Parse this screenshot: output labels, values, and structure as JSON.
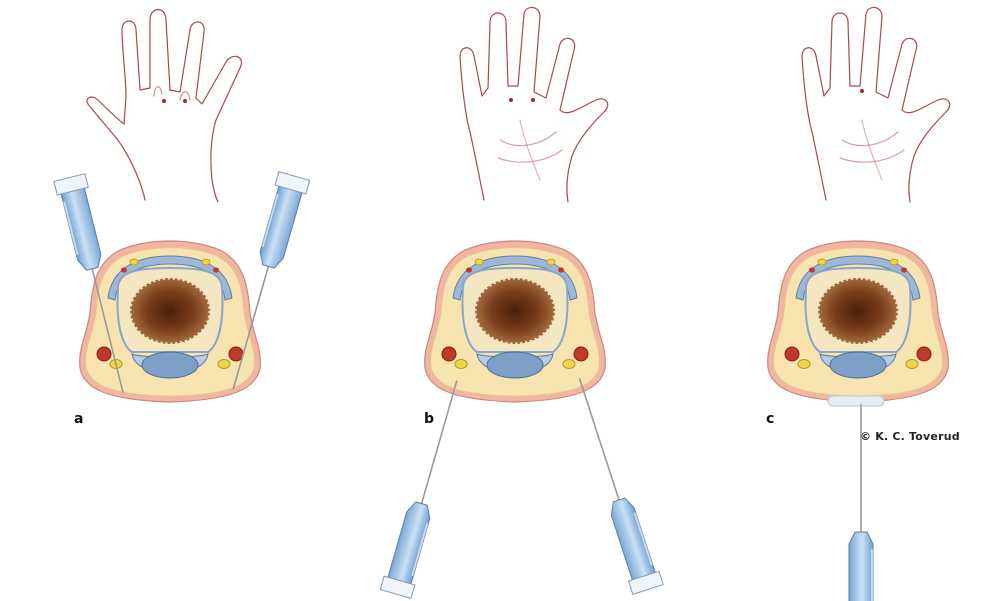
{
  "figure": {
    "panels": [
      {
        "letter": "a",
        "hand_view": "dorsal",
        "needle_approach": "two-from-above"
      },
      {
        "letter": "b",
        "hand_view": "palmar",
        "needle_approach": "two-from-below"
      },
      {
        "letter": "c",
        "hand_view": "palmar",
        "needle_approach": "single-from-below"
      }
    ],
    "copyright": "© K. C. Toverud",
    "colors": {
      "skin_outline": "#a64a4a",
      "subcutis": "#f7e3b0",
      "dermis_ring": "#f1b6a2",
      "bone_core": "#7a3e1c",
      "bone_shell": "#f3e6c0",
      "tendon_blue": "#9cb8d6",
      "artery": "#c0392b",
      "nerve_yellow": "#f2d447",
      "needle_hub": "#a9c9ea",
      "needle_shaft": "#9a9a9a",
      "injection_dot": "#b22222"
    }
  }
}
